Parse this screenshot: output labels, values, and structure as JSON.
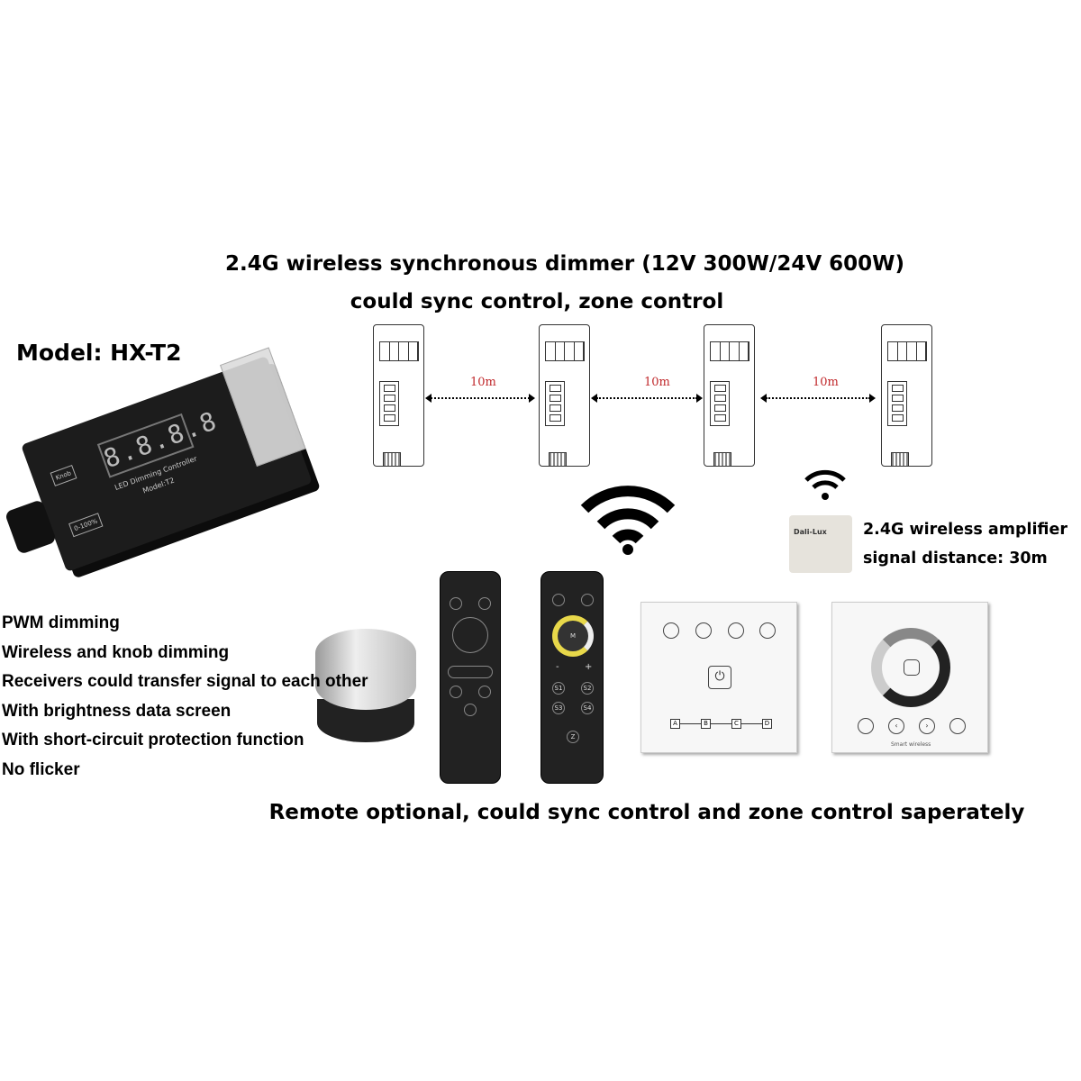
{
  "header": {
    "title": "2.4G wireless synchronous dimmer (12V 300W/24V 600W)",
    "subtitle": "could sync control, zone control"
  },
  "model": {
    "label": "Model: HX-T2",
    "device_display": "8.8.8.8",
    "device_name": "LED Dimming Controller",
    "device_model": "Model:T2",
    "knob_tag": "Knob",
    "range_tag": "0-100%"
  },
  "receivers": {
    "distances": [
      "10m",
      "10m",
      "10m"
    ]
  },
  "amplifier": {
    "brand": "Dali-Lux",
    "title": "2.4G wireless amplifier",
    "distance": "signal distance: 30m"
  },
  "features": [
    "PWM dimming",
    "Wireless and knob dimming",
    "Receivers could transfer signal to each other",
    "With brightness data screen",
    "With short-circuit protection function",
    "No flicker"
  ],
  "remote2": {
    "center": "M",
    "scenes": [
      "S1",
      "S2",
      "S3",
      "S4"
    ],
    "z": "Z",
    "minus": "-",
    "plus": "+"
  },
  "panel1": {
    "zones": [
      "A",
      "B",
      "C",
      "D"
    ]
  },
  "panel2": {
    "brand": "Smart wireless"
  },
  "footer": {
    "caption": "Remote optional, could sync control and zone control saperately"
  },
  "colors": {
    "distance_text": "#c0282b",
    "device_black": "#1c1c1c"
  }
}
